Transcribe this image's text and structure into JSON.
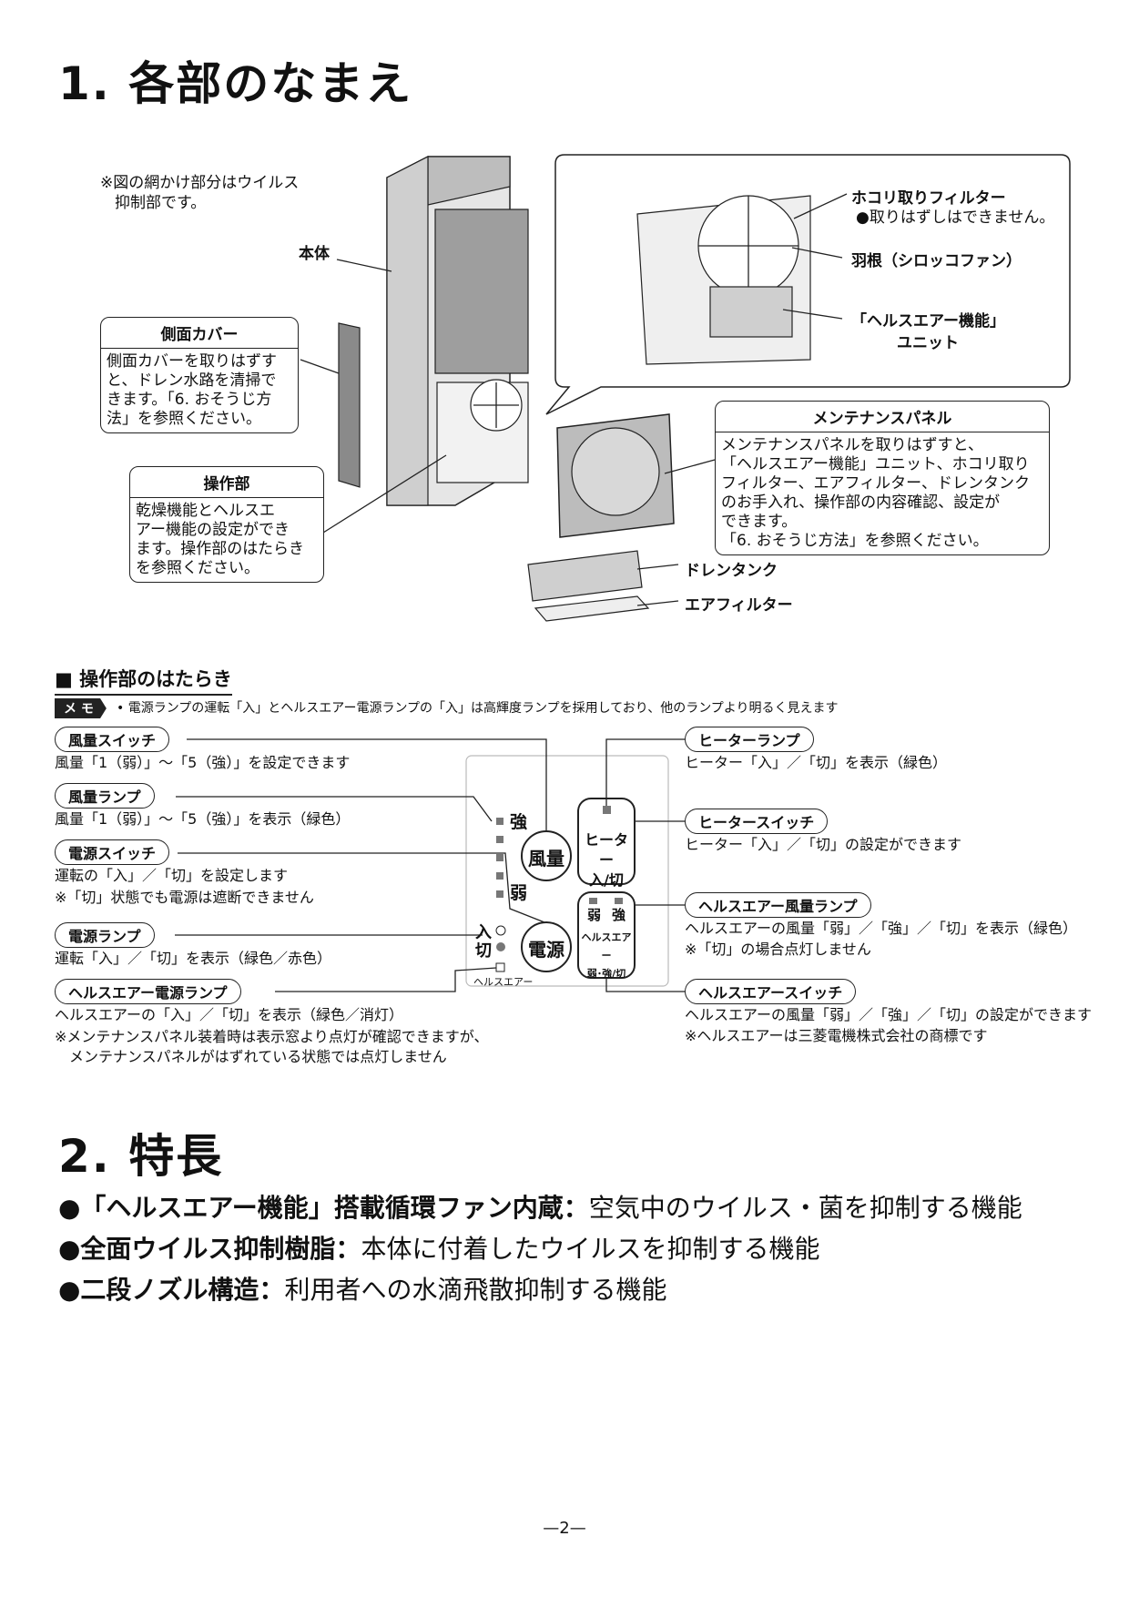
{
  "section1": {
    "title": "1. 各部のなまえ",
    "note": [
      "※図の網かけ部分はウイルス",
      "抑制部です。"
    ],
    "labels": {
      "body": "本体",
      "dust_filter": "ホコリ取りフィルター",
      "dust_filter_note": "●取りはずしはできません。",
      "fan": "羽根（シロッコファン）",
      "health_air_unit": "「ヘルスエアー機能」",
      "health_air_unit2": "ユニット",
      "drain_tank": "ドレンタンク",
      "air_filter": "エアフィルター"
    },
    "side_cover": {
      "title": "側面カバー",
      "lines": [
        "側面カバーを取りはずす",
        "と、ドレン水路を清掃で",
        "きます。「6. おそうじ方",
        "法」を参照ください。"
      ]
    },
    "control_unit": {
      "title": "操作部",
      "lines": [
        "乾燥機能とヘルスエ",
        "アー機能の設定ができ",
        "ます。操作部のはたらき",
        "を参照ください。"
      ]
    },
    "maintenance_panel": {
      "title": "メンテナンスパネル",
      "lines": [
        "メンテナンスパネルを取りはずすと、",
        "「ヘルスエアー機能」ユニット、ホコリ取り",
        "フィルター、エアフィルター、ドレンタンク",
        "のお手入れ、操作部の内容確認、設定が",
        "できます。",
        "「6. おそうじ方法」を参照ください。"
      ]
    }
  },
  "controls": {
    "heading": "■ 操作部のはたらき",
    "memo_tag": "メ モ",
    "memo": "• 電源ランプの運転「入」とヘルスエアー電源ランプの「入」は高輝度ランプを採用しており、他のランプより明るく見えます",
    "left": [
      {
        "pill": "風量スイッチ",
        "desc": [
          "風量「1（弱）」～「5（強）」を設定できます"
        ]
      },
      {
        "pill": "風量ランプ",
        "desc": [
          "風量「1（弱）」～「5（強）」を表示（緑色）"
        ]
      },
      {
        "pill": "電源スイッチ",
        "desc": [
          "運転の「入」／「切」を設定します",
          "※「切」状態でも電源は遮断できません"
        ]
      },
      {
        "pill": "電源ランプ",
        "desc": [
          "運転「入」／「切」を表示（緑色／赤色）"
        ]
      },
      {
        "pill": "ヘルスエアー電源ランプ",
        "desc": [
          "ヘルスエアーの「入」／「切」を表示（緑色／消灯）",
          "※メンテナンスパネル装着時は表示窓より点灯が確認できますが、",
          "　メンテナンスパネルがはずれている状態では点灯しません"
        ]
      }
    ],
    "right": [
      {
        "pill": "ヒーターランプ",
        "desc": [
          "ヒーター「入」／「切」を表示（緑色）"
        ]
      },
      {
        "pill": "ヒータースイッチ",
        "desc": [
          "ヒーター「入」／「切」の設定ができます"
        ]
      },
      {
        "pill": "ヘルスエアー風量ランプ",
        "desc": [
          "ヘルスエアーの風量「弱」／「強」／「切」を表示（緑色）",
          "※「切」の場合点灯しません"
        ]
      },
      {
        "pill": "ヘルスエアースイッチ",
        "desc": [
          "ヘルスエアーの風量「弱」／「強」／「切」の設定ができます",
          "※ヘルスエアーは三菱電機株式会社の商標です"
        ]
      }
    ],
    "panel": {
      "strong": "強",
      "weak": "弱",
      "fan_btn": "風量",
      "on": "入",
      "off": "切",
      "power_btn": "電源",
      "health_air_small": "ヘルスエアー",
      "heater_btn1": "ヒーター",
      "heater_btn2": "入/切",
      "ha_weak": "弱",
      "ha_strong": "強",
      "ha_btn1": "ヘルスエアー",
      "ha_btn2": "弱･強/切"
    }
  },
  "section2": {
    "title": "2. 特長",
    "features": [
      {
        "bold": "●「ヘルスエアー機能」搭載循環ファン内蔵：",
        "text": "空気中のウイルス・菌を抑制する機能"
      },
      {
        "bold": "●全面ウイルス抑制樹脂：",
        "text": "本体に付着したウイルスを抑制する機能"
      },
      {
        "bold": "●二段ノズル構造：",
        "text": "利用者への水滴飛散抑制する機能"
      }
    ]
  },
  "page_number": "—2—"
}
